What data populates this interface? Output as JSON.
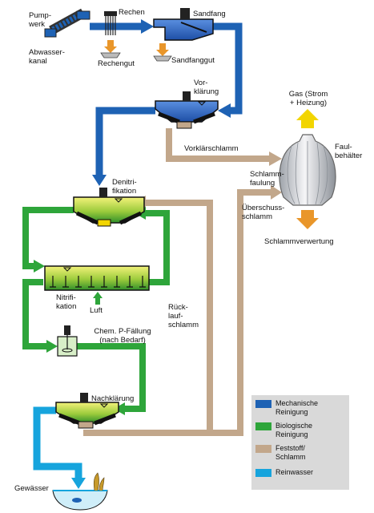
{
  "colors": {
    "mechanical": "#1e62b4",
    "biological": "#2ea53a",
    "solids": "#c2a78b",
    "clean_water": "#16a4dd",
    "gas_arrow": "#f2d500",
    "sludge_arrow": "#e9962a",
    "tank_water": "#2a64c6",
    "bio_tank": "#4aa52a"
  },
  "labels": {
    "pumpwerk": "Pump-\nwerk",
    "abwasserkanal": "Abwasser-\nkanal",
    "rechen": "Rechen",
    "rechengut": "Rechengut",
    "sandfang": "Sandfang",
    "sandfanggut": "Sandfanggut",
    "vorklaerung": "Vor-\nklärung",
    "vorklaerschlamm": "Vorklärschlamm",
    "gas": "Gas (Strom\n+ Heizung)",
    "faulbehaelter": "Faul-\nbehälter",
    "schlammfaulung": "Schlamm-\nfaulung",
    "ueberschussschlamm": "Überschuss-\nschlamm",
    "schlammverwertung": "Schlammverwertung",
    "denitrifikation": "Denitri-\nfikation",
    "nitrifikation": "Nitrifi-\nkation",
    "luft": "Luft",
    "ruecklaufschlamm": "Rück-\nlauf-\nschlamm",
    "p_faellung": "Chem. P-Fällung\n(nach Bedarf)",
    "nachklaerung": "Nachklärung",
    "gewaesser": "Gewässer"
  },
  "legend": {
    "items": [
      {
        "label": "Mechanische\nReinigung",
        "color_key": "mechanical"
      },
      {
        "label": "Biologische\nReinigung",
        "color_key": "biological"
      },
      {
        "label": "Feststoff/\nSchlamm",
        "color_key": "solids"
      },
      {
        "label": "Reinwasser",
        "color_key": "clean_water"
      }
    ]
  }
}
